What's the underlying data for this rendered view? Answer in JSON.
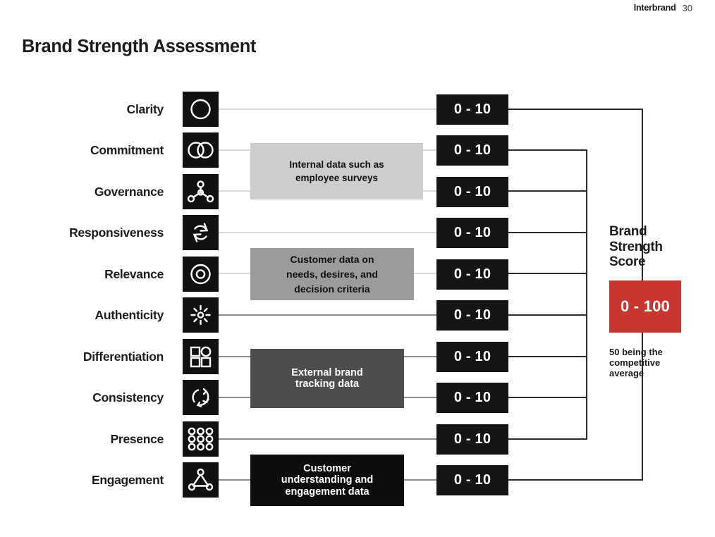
{
  "header": {
    "brand": "Interbrand",
    "page_number": "30"
  },
  "page_title": "Brand Strength Assessment",
  "factors": [
    {
      "label": "Clarity",
      "icon": "circle-icon",
      "score": "0 - 10"
    },
    {
      "label": "Commitment",
      "icon": "venn-circles-icon",
      "score": "0 - 10"
    },
    {
      "label": "Governance",
      "icon": "node-hierarchy-icon",
      "score": "0 - 10"
    },
    {
      "label": "Responsiveness",
      "icon": "circular-arrows-icon",
      "score": "0 - 10"
    },
    {
      "label": "Relevance",
      "icon": "target-rings-icon",
      "score": "0 - 10"
    },
    {
      "label": "Authenticity",
      "icon": "sunburst-icon",
      "score": "0 - 10"
    },
    {
      "label": "Differentiation",
      "icon": "shapes-grid-icon",
      "score": "0 - 10"
    },
    {
      "label": "Consistency",
      "icon": "refresh-loop-icon",
      "score": "0 - 10"
    },
    {
      "label": "Presence",
      "icon": "dot-grid-icon",
      "score": "0 - 10"
    },
    {
      "label": "Engagement",
      "icon": "triangle-network-icon",
      "score": "0 - 10"
    }
  ],
  "source_boxes": [
    {
      "text": "Internal data such as\nemployee surveys",
      "bg": "#cdcdcd",
      "fg": "#111111"
    },
    {
      "text": "Customer data on\nneeds, desires, and\ndecision criteria",
      "bg": "#9b9b9b",
      "fg": "#111111"
    },
    {
      "text": "External brand\ntracking data",
      "bg": "#4d4d4d",
      "fg": "#ffffff"
    },
    {
      "text": "Customer\nunderstanding and\nengagement data",
      "bg": "#0d0d0d",
      "fg": "#ffffff"
    }
  ],
  "brand_strength": {
    "title": "Brand\nStrength\nScore",
    "value": "0 - 100",
    "note": "50 being the\ncompetitive\naverage",
    "accent_color": "#c9352f"
  },
  "chart_data": {
    "type": "diagram",
    "title": "Brand Strength Assessment",
    "categories": [
      "Clarity",
      "Commitment",
      "Governance",
      "Responsiveness",
      "Relevance",
      "Authenticity",
      "Differentiation",
      "Consistency",
      "Presence",
      "Engagement"
    ],
    "per_factor_score_range": "0 - 10",
    "total_score_range": "0 - 100",
    "benchmark_note": "50 being the competitive average",
    "data_sources": [
      {
        "source": "Internal data such as employee surveys",
        "factors": [
          "Commitment",
          "Governance"
        ]
      },
      {
        "source": "Customer data on needs, desires, and decision criteria",
        "factors": [
          "Relevance"
        ]
      },
      {
        "source": "External brand tracking data",
        "factors": [
          "Differentiation",
          "Consistency"
        ]
      },
      {
        "source": "Customer understanding and engagement data",
        "factors": [
          "Engagement"
        ]
      }
    ]
  }
}
